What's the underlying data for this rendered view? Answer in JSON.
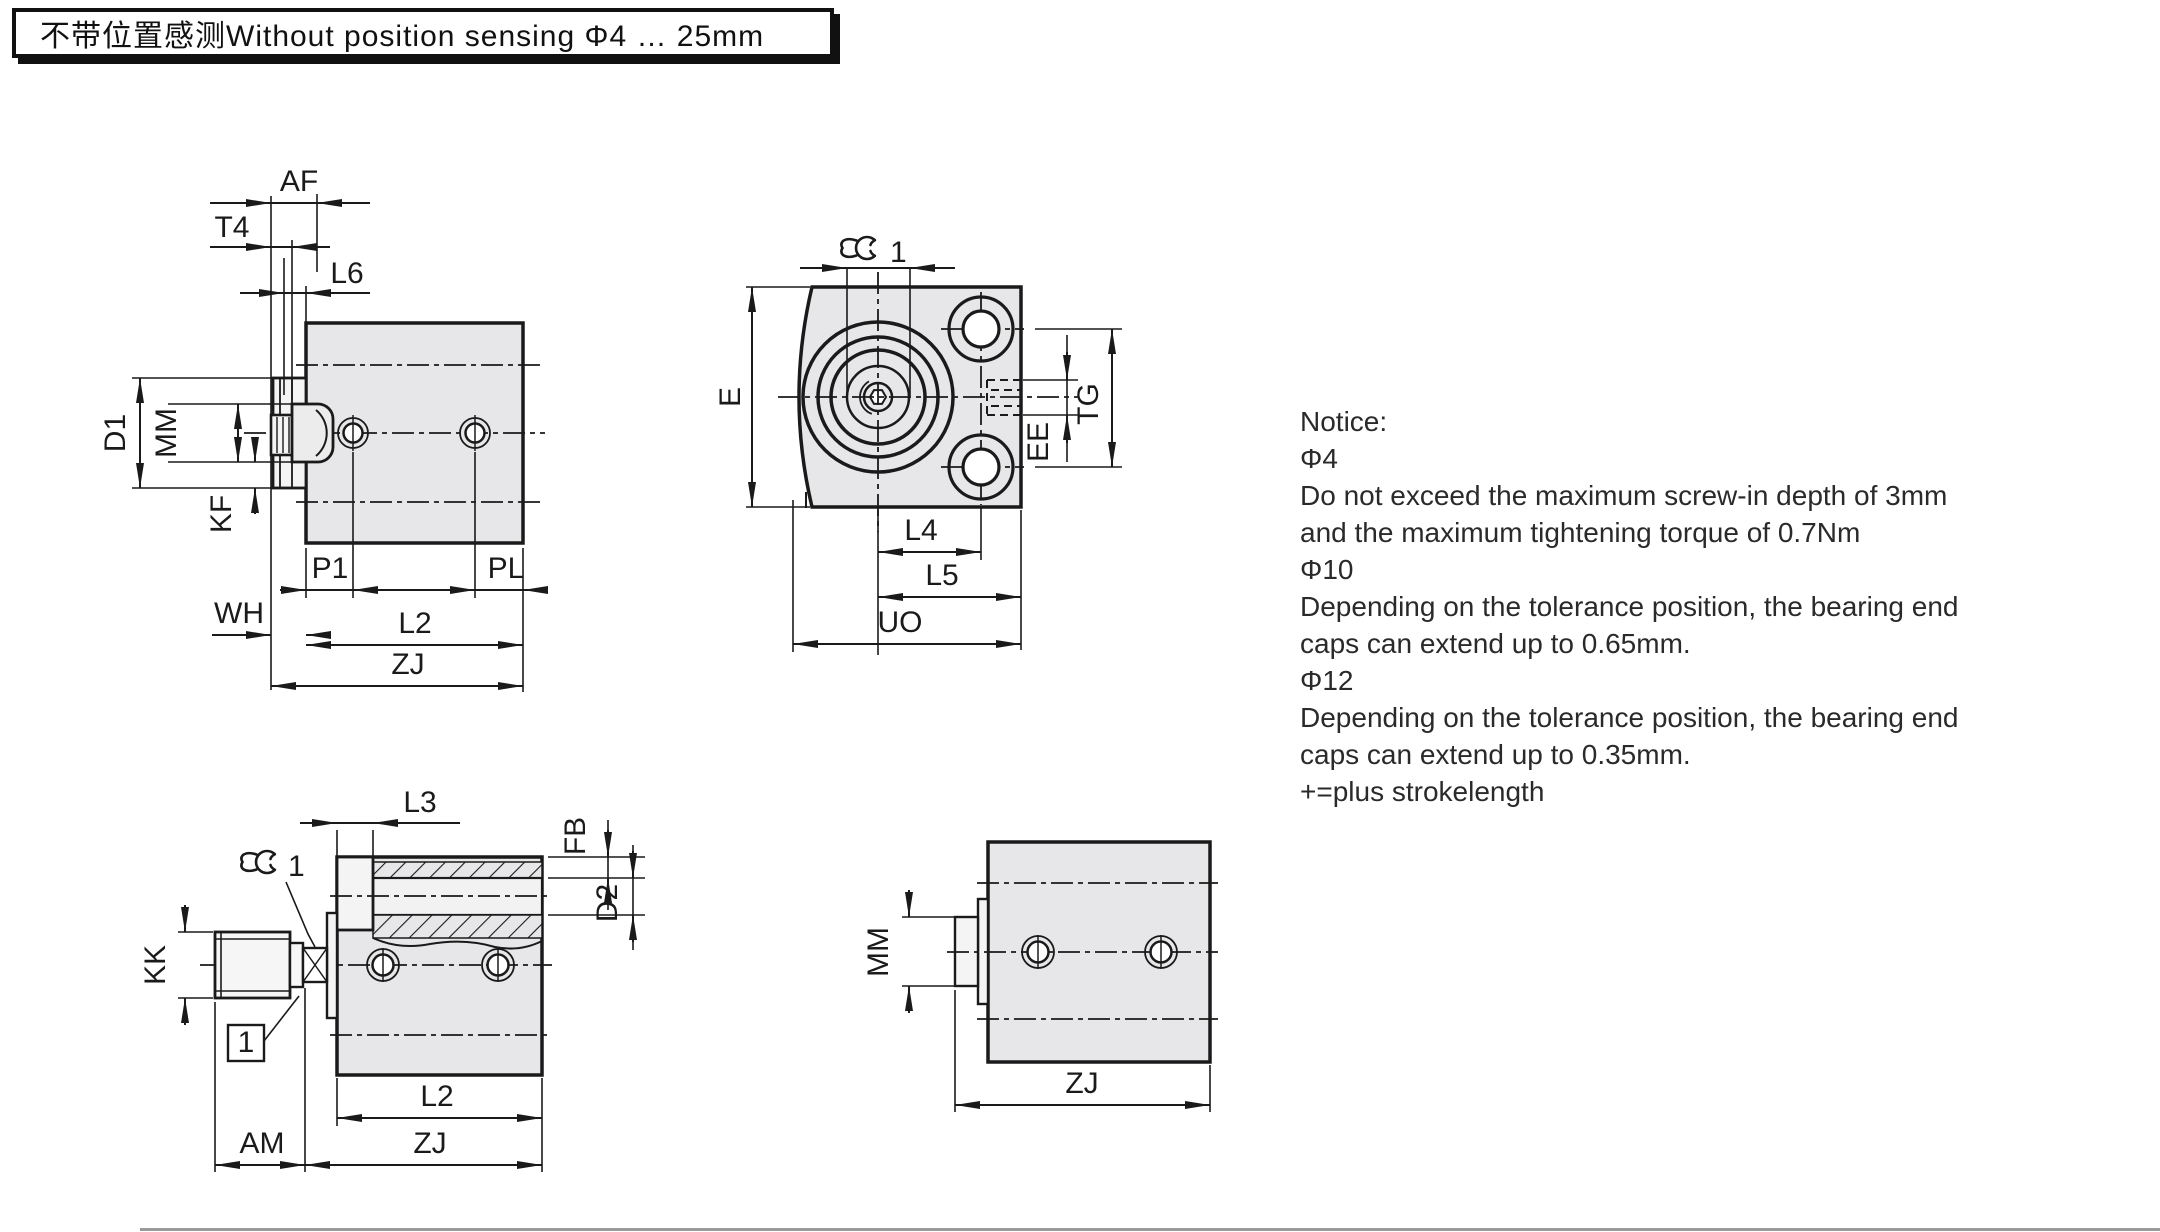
{
  "title": "不带位置感测Without position sensing Φ4 … 25mm",
  "notice": {
    "lines": [
      "Notice:",
      "Φ4",
      "Do not exceed the maximum screw-in depth of 3mm",
      "and the maximum tightening torque of 0.7Nm",
      "Φ10",
      "Depending on the tolerance position, the bearing end",
      "caps can extend up to 0.65mm.",
      "Φ12",
      "Depending on the tolerance position, the bearing end",
      "caps can extend up to 0.35mm.",
      "+=plus strokelength"
    ]
  },
  "labels": {
    "af": "AF",
    "t4": "T4",
    "l6": "L6",
    "d1": "D1",
    "mm": "MM",
    "kf": "KF",
    "p1": "P1",
    "pl": "PL",
    "wh": "WH",
    "l2": "L2",
    "zj": "ZJ",
    "e": "E",
    "ee": "EE",
    "tg": "TG",
    "l4": "L4",
    "l5": "L5",
    "uo": "UO",
    "l3": "L3",
    "fb": "FB",
    "d2": "D2",
    "kk": "KK",
    "am": "AM",
    "wrench_size": "1",
    "callout": "1"
  },
  "colors": {
    "line": "#1a1a1a",
    "body_fill": "#e7e7e9",
    "paper": "#ffffff"
  }
}
